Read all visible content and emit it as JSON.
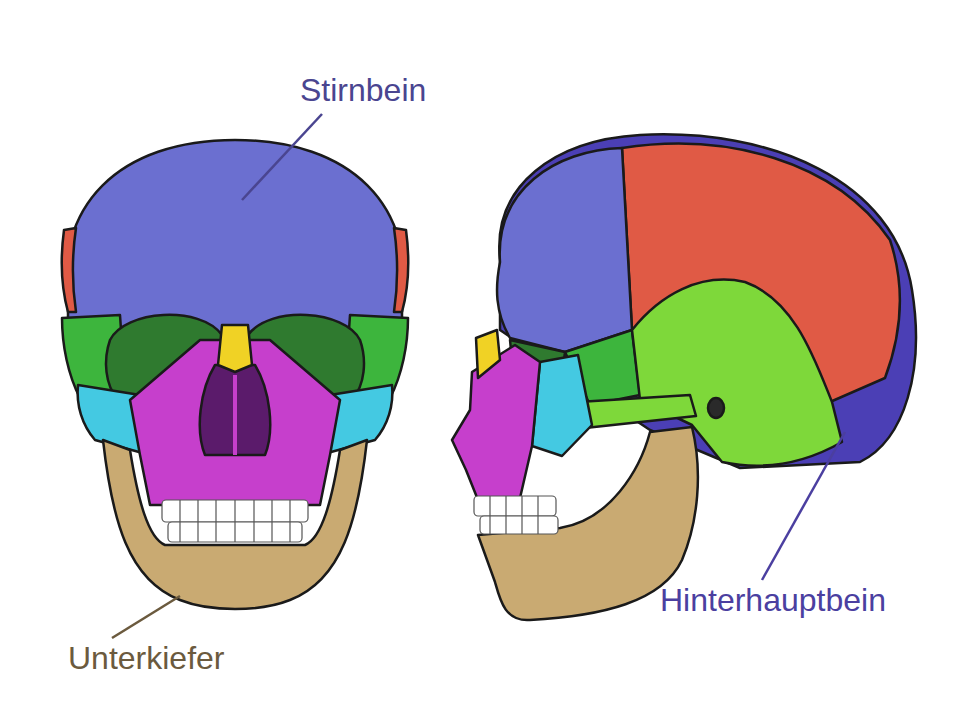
{
  "diagram": {
    "labels": [
      "Stirnbein",
      "Unterkiefer",
      "Hinterhauptbein"
    ]
  }
}
